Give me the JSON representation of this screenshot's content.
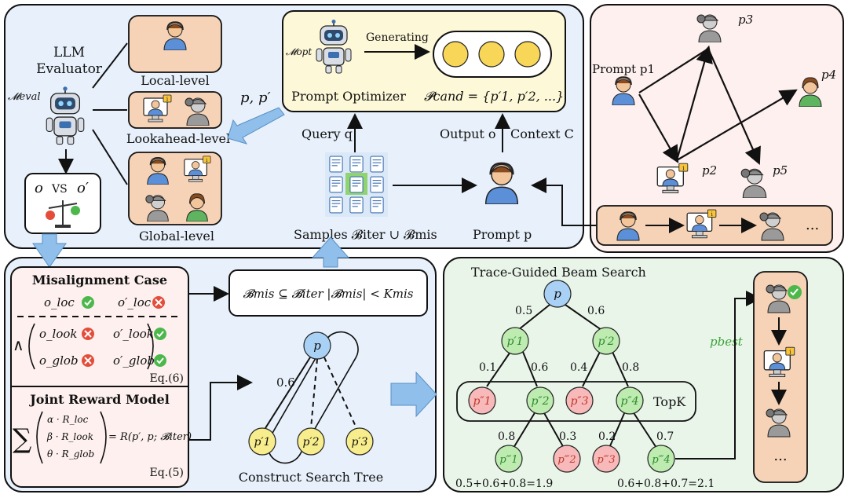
{
  "left_panel": {
    "evaluator": {
      "line1": "LLM",
      "line2": "Evaluator",
      "model": "𝓜eval"
    },
    "levels": {
      "local": "Local-level",
      "lookahead": "Lookahead-level",
      "global": "Global-level"
    },
    "compare": {
      "a": "o",
      "vs": "VS",
      "b": "o′"
    },
    "arrow_label": "p, p′",
    "optimizer": {
      "model": "𝓜opt",
      "generating": "Generating",
      "title": "Prompt Optimizer",
      "candidates": "𝓟cand = {p′1, p′2, ...}"
    },
    "query": "Query q",
    "output": "Output o",
    "context": "Context C",
    "samples": "Samples 𝓑iter ∪ 𝓑mis",
    "prompt": "Prompt  p"
  },
  "right_panel": {
    "prompt_label": "Prompt p1",
    "labels": [
      "p3",
      "p4",
      "p2",
      "p5"
    ],
    "trace_ellipsis": "..."
  },
  "bottom_left": {
    "misalignment_title": "Misalignment Case",
    "loc": [
      "o_loc",
      "o′_loc"
    ],
    "look": [
      "o_look",
      "o′_look"
    ],
    "glob": [
      "o_glob",
      "o′_glob"
    ],
    "eq6": "Eq.(6)",
    "joint_title": "Joint Reward Model",
    "terms": [
      "α · R_loc",
      "β · R_look",
      "θ · R_glob"
    ],
    "reward": "= R(p′, p; 𝓑iter)",
    "eq5": "Eq.(5)",
    "constraint": "𝓑mis ⊆ 𝓑iter  |𝓑mis| < Kmis",
    "tree_root": "p",
    "tree_edge": "0.6",
    "tree_children": [
      "p′1",
      "p′2",
      "p′3"
    ],
    "tree_caption": "Construct Search Tree"
  },
  "bottom_right": {
    "title": "Trace-Guided Beam Search",
    "root": "p",
    "level1": [
      "p′1",
      "p′2"
    ],
    "level1_edges": [
      "0.5",
      "0.6"
    ],
    "level2": [
      "p″1",
      "p″2",
      "p″3",
      "p″4"
    ],
    "level2_edges": [
      "0.1",
      "0.6",
      "0.4",
      "0.8"
    ],
    "topk": "TopK",
    "level3": [
      "p‴1",
      "p‴2",
      "p‴3",
      "p‴4"
    ],
    "level3_edges": [
      "0.8",
      "0.3",
      "0.2",
      "0.7"
    ],
    "sum_left": "0.5+0.6+0.8=1.9",
    "sum_right": "0.6+0.8+0.7=2.1",
    "best": "pbest",
    "ellipsis": "..."
  },
  "colors": {
    "panel_blue": "#e8f1fb",
    "panel_pink": "#fdf0ee",
    "panel_green": "#eaf5ea",
    "optimizer_yellow": "#fdf8d8",
    "level_orange": "#f6d3b6",
    "node_blue": "#a9d1f5",
    "node_green": "#bdebb0",
    "node_red": "#f7b9b9",
    "node_yellow": "#f8ed8c",
    "arrow_blue": "#8fbfea",
    "green_text": "#3aa33a"
  }
}
